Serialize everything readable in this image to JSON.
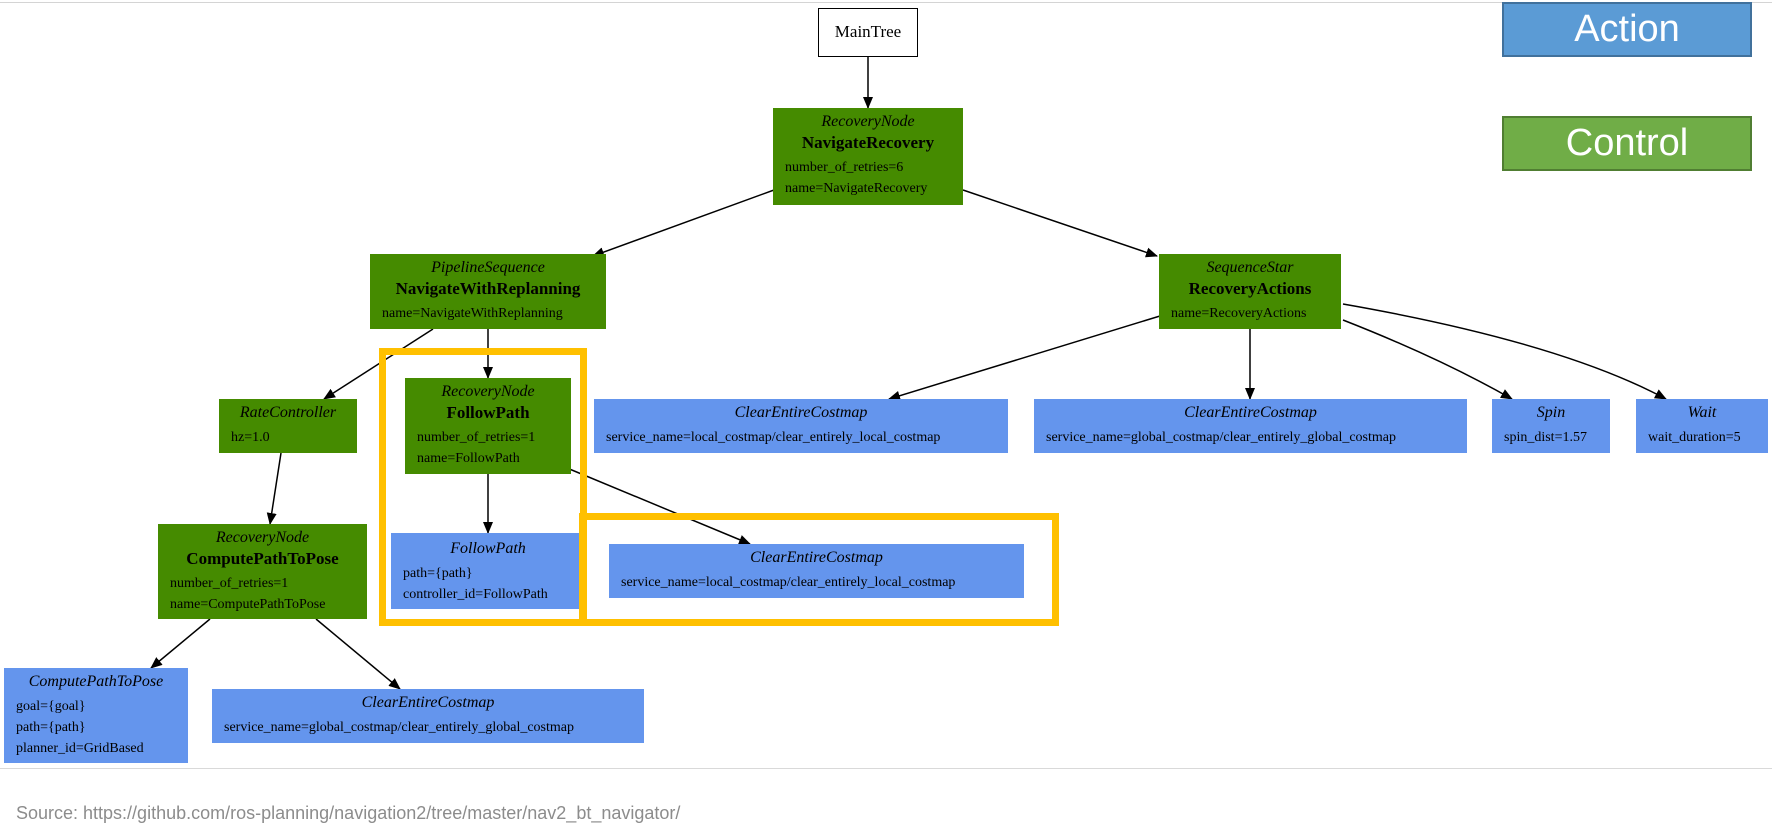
{
  "colors": {
    "control": "#458b00",
    "action": "#6495ed",
    "highlight": "#ffc000",
    "legend_action": "#5b9bd5",
    "legend_control": "#70ad47"
  },
  "legend": {
    "action": "Action",
    "control": "Control"
  },
  "source": "Source: https://github.com/ros-planning/navigation2/tree/master/nav2_bt_navigator/",
  "tree": {
    "main": {
      "name": "MainTree"
    },
    "navigate_recovery": {
      "type": "RecoveryNode",
      "name": "NavigateRecovery",
      "params": [
        "number_of_retries=6",
        "name=NavigateRecovery"
      ]
    },
    "navigate_with_replanning": {
      "type": "PipelineSequence",
      "name": "NavigateWithReplanning",
      "params": [
        "name=NavigateWithReplanning"
      ]
    },
    "recovery_actions": {
      "type": "SequenceStar",
      "name": "RecoveryActions",
      "params": [
        "name=RecoveryActions"
      ]
    },
    "rate_controller": {
      "type": "RateController",
      "params": [
        "hz=1.0"
      ]
    },
    "followpath_recovery": {
      "type": "RecoveryNode",
      "name": "FollowPath",
      "params": [
        "number_of_retries=1",
        "name=FollowPath"
      ]
    },
    "compute_recovery": {
      "type": "RecoveryNode",
      "name": "ComputePathToPose",
      "params": [
        "number_of_retries=1",
        "name=ComputePathToPose"
      ]
    },
    "follow_path": {
      "type": "FollowPath",
      "params": [
        "path={path}",
        "controller_id=FollowPath"
      ]
    },
    "clear_local_followpath": {
      "type": "ClearEntireCostmap",
      "params": [
        "service_name=local_costmap/clear_entirely_local_costmap"
      ]
    },
    "compute_path": {
      "type": "ComputePathToPose",
      "params": [
        "goal={goal}",
        "path={path}",
        "planner_id=GridBased"
      ]
    },
    "clear_global_compute": {
      "type": "ClearEntireCostmap",
      "params": [
        "service_name=global_costmap/clear_entirely_global_costmap"
      ]
    },
    "clear_local_recovery": {
      "type": "ClearEntireCostmap",
      "params": [
        "service_name=local_costmap/clear_entirely_local_costmap"
      ]
    },
    "clear_global_recovery": {
      "type": "ClearEntireCostmap",
      "params": [
        "service_name=global_costmap/clear_entirely_global_costmap"
      ]
    },
    "spin": {
      "type": "Spin",
      "params": [
        "spin_dist=1.57"
      ]
    },
    "wait": {
      "type": "Wait",
      "params": [
        "wait_duration=5"
      ]
    }
  }
}
